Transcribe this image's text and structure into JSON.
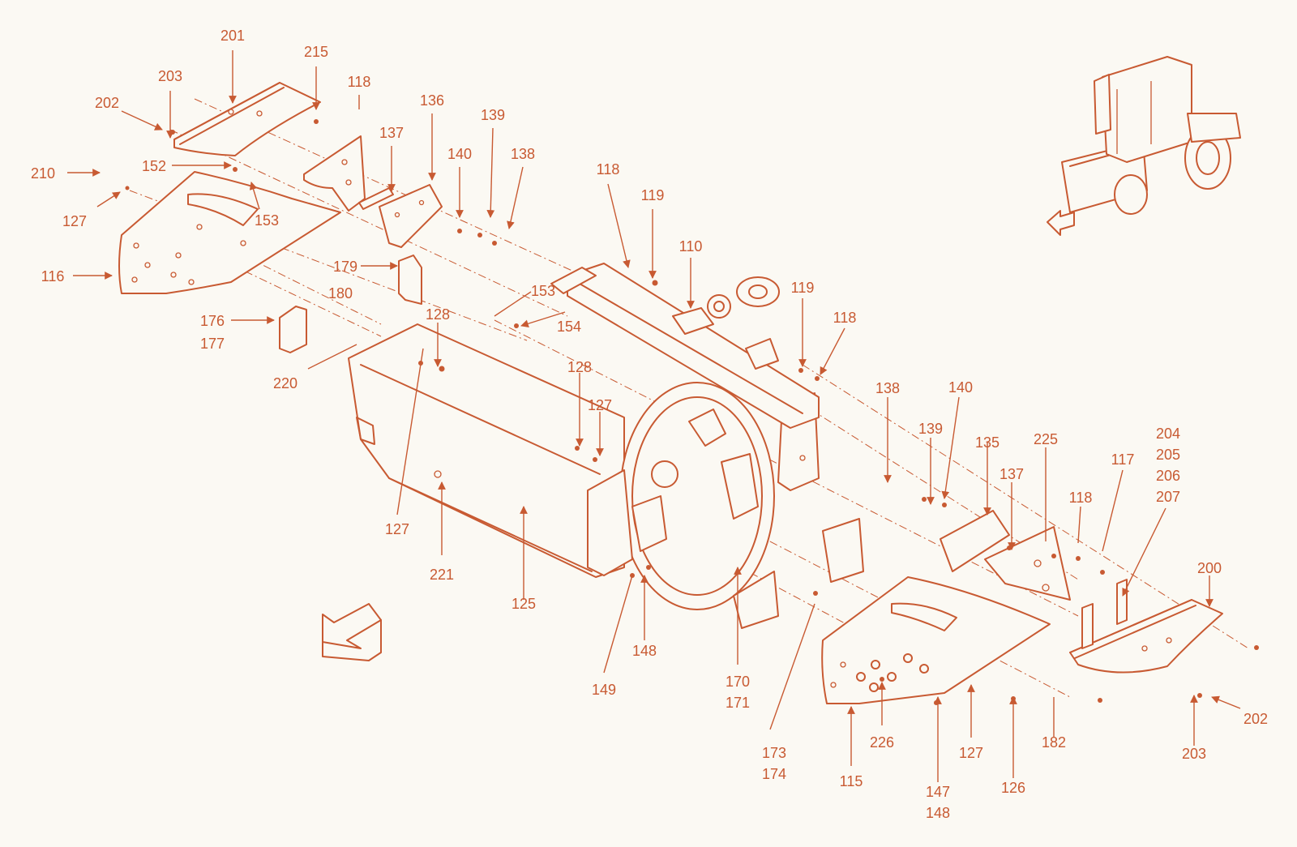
{
  "colors": {
    "background": "#fbf9f3",
    "ink": "#c85a32"
  },
  "diagram": {
    "labels": [
      "201",
      "215",
      "203",
      "118",
      "202",
      "136",
      "139",
      "137",
      "140",
      "138",
      "210",
      "152",
      "127",
      "153",
      "116",
      "179",
      "118",
      "119",
      "110",
      "180",
      "153",
      "154",
      "176",
      "177",
      "128",
      "119",
      "118",
      "220",
      "128",
      "127",
      "138",
      "140",
      "139",
      "135",
      "225",
      "204",
      "205",
      "206",
      "207",
      "137",
      "117",
      "118",
      "127",
      "221",
      "125",
      "200",
      "148",
      "149",
      "170",
      "171",
      "173",
      "174",
      "202",
      "226",
      "182",
      "127",
      "203",
      "115",
      "147",
      "148",
      "126"
    ],
    "icons": [
      "machine-thumbnail-icon",
      "front-direction-arrow-icon",
      "direction-arrow-icon"
    ]
  }
}
